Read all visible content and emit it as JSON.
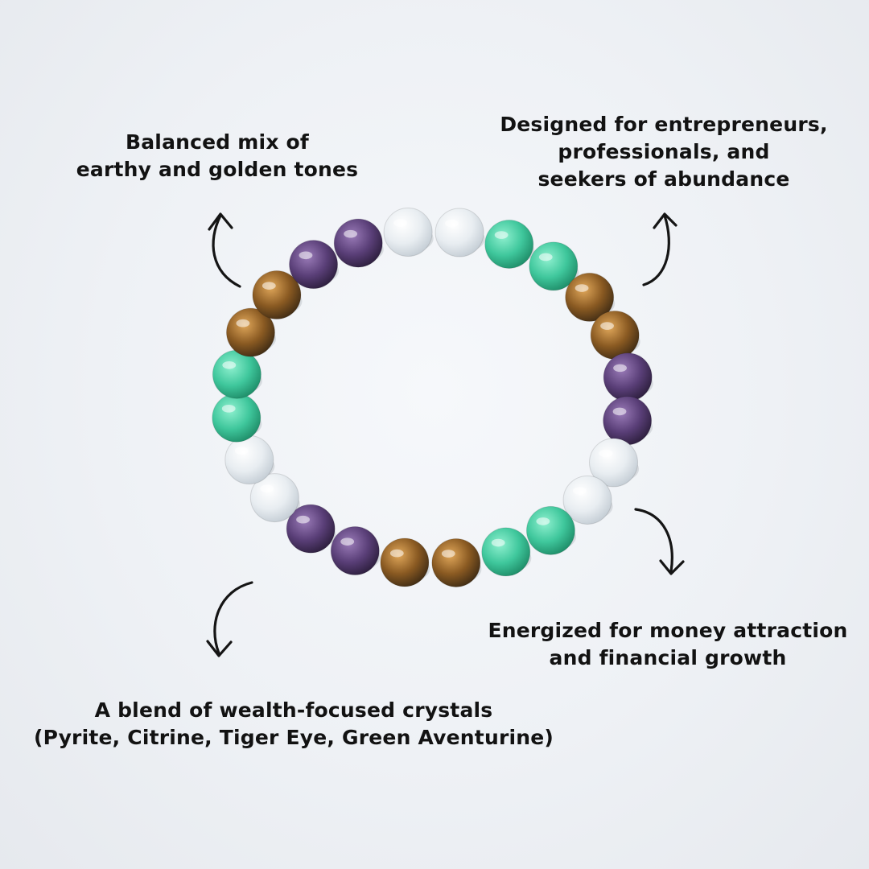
{
  "callouts": {
    "top_left": [
      "Balanced mix of",
      "earthy and golden tones"
    ],
    "top_right": [
      "Designed for entrepreneurs,",
      "professionals, and",
      "seekers of abundance"
    ],
    "bottom_right": [
      "Energized for money attraction",
      "and financial growth"
    ],
    "bottom_left": [
      "A blend of wealth-focused crystals",
      "(Pyrite, Citrine, Tiger Eye, Green Aventurine)"
    ]
  },
  "bead_sequence": [
    "clear-quartz",
    "clear-quartz",
    "green-aventurine",
    "green-aventurine",
    "tiger-eye",
    "tiger-eye",
    "amethyst",
    "amethyst",
    "clear-quartz",
    "clear-quartz",
    "green-aventurine",
    "green-aventurine",
    "tiger-eye",
    "tiger-eye",
    "amethyst",
    "amethyst",
    "clear-quartz",
    "clear-quartz",
    "green-aventurine",
    "green-aventurine",
    "tiger-eye",
    "tiger-eye",
    "amethyst",
    "amethyst"
  ],
  "colors": {
    "green-aventurine": [
      "#8ff0cf",
      "#3fc79c",
      "#1d8a66"
    ],
    "clear-quartz": [
      "#ffffff",
      "#e8edf1",
      "#c2cbd3"
    ],
    "tiger-eye": [
      "#e0a75a",
      "#8a5a22",
      "#3d2a14"
    ],
    "amethyst": [
      "#9a7bb8",
      "#5a3f78",
      "#2b1d3b"
    ],
    "text": "#121212",
    "arrow": "#151515"
  }
}
